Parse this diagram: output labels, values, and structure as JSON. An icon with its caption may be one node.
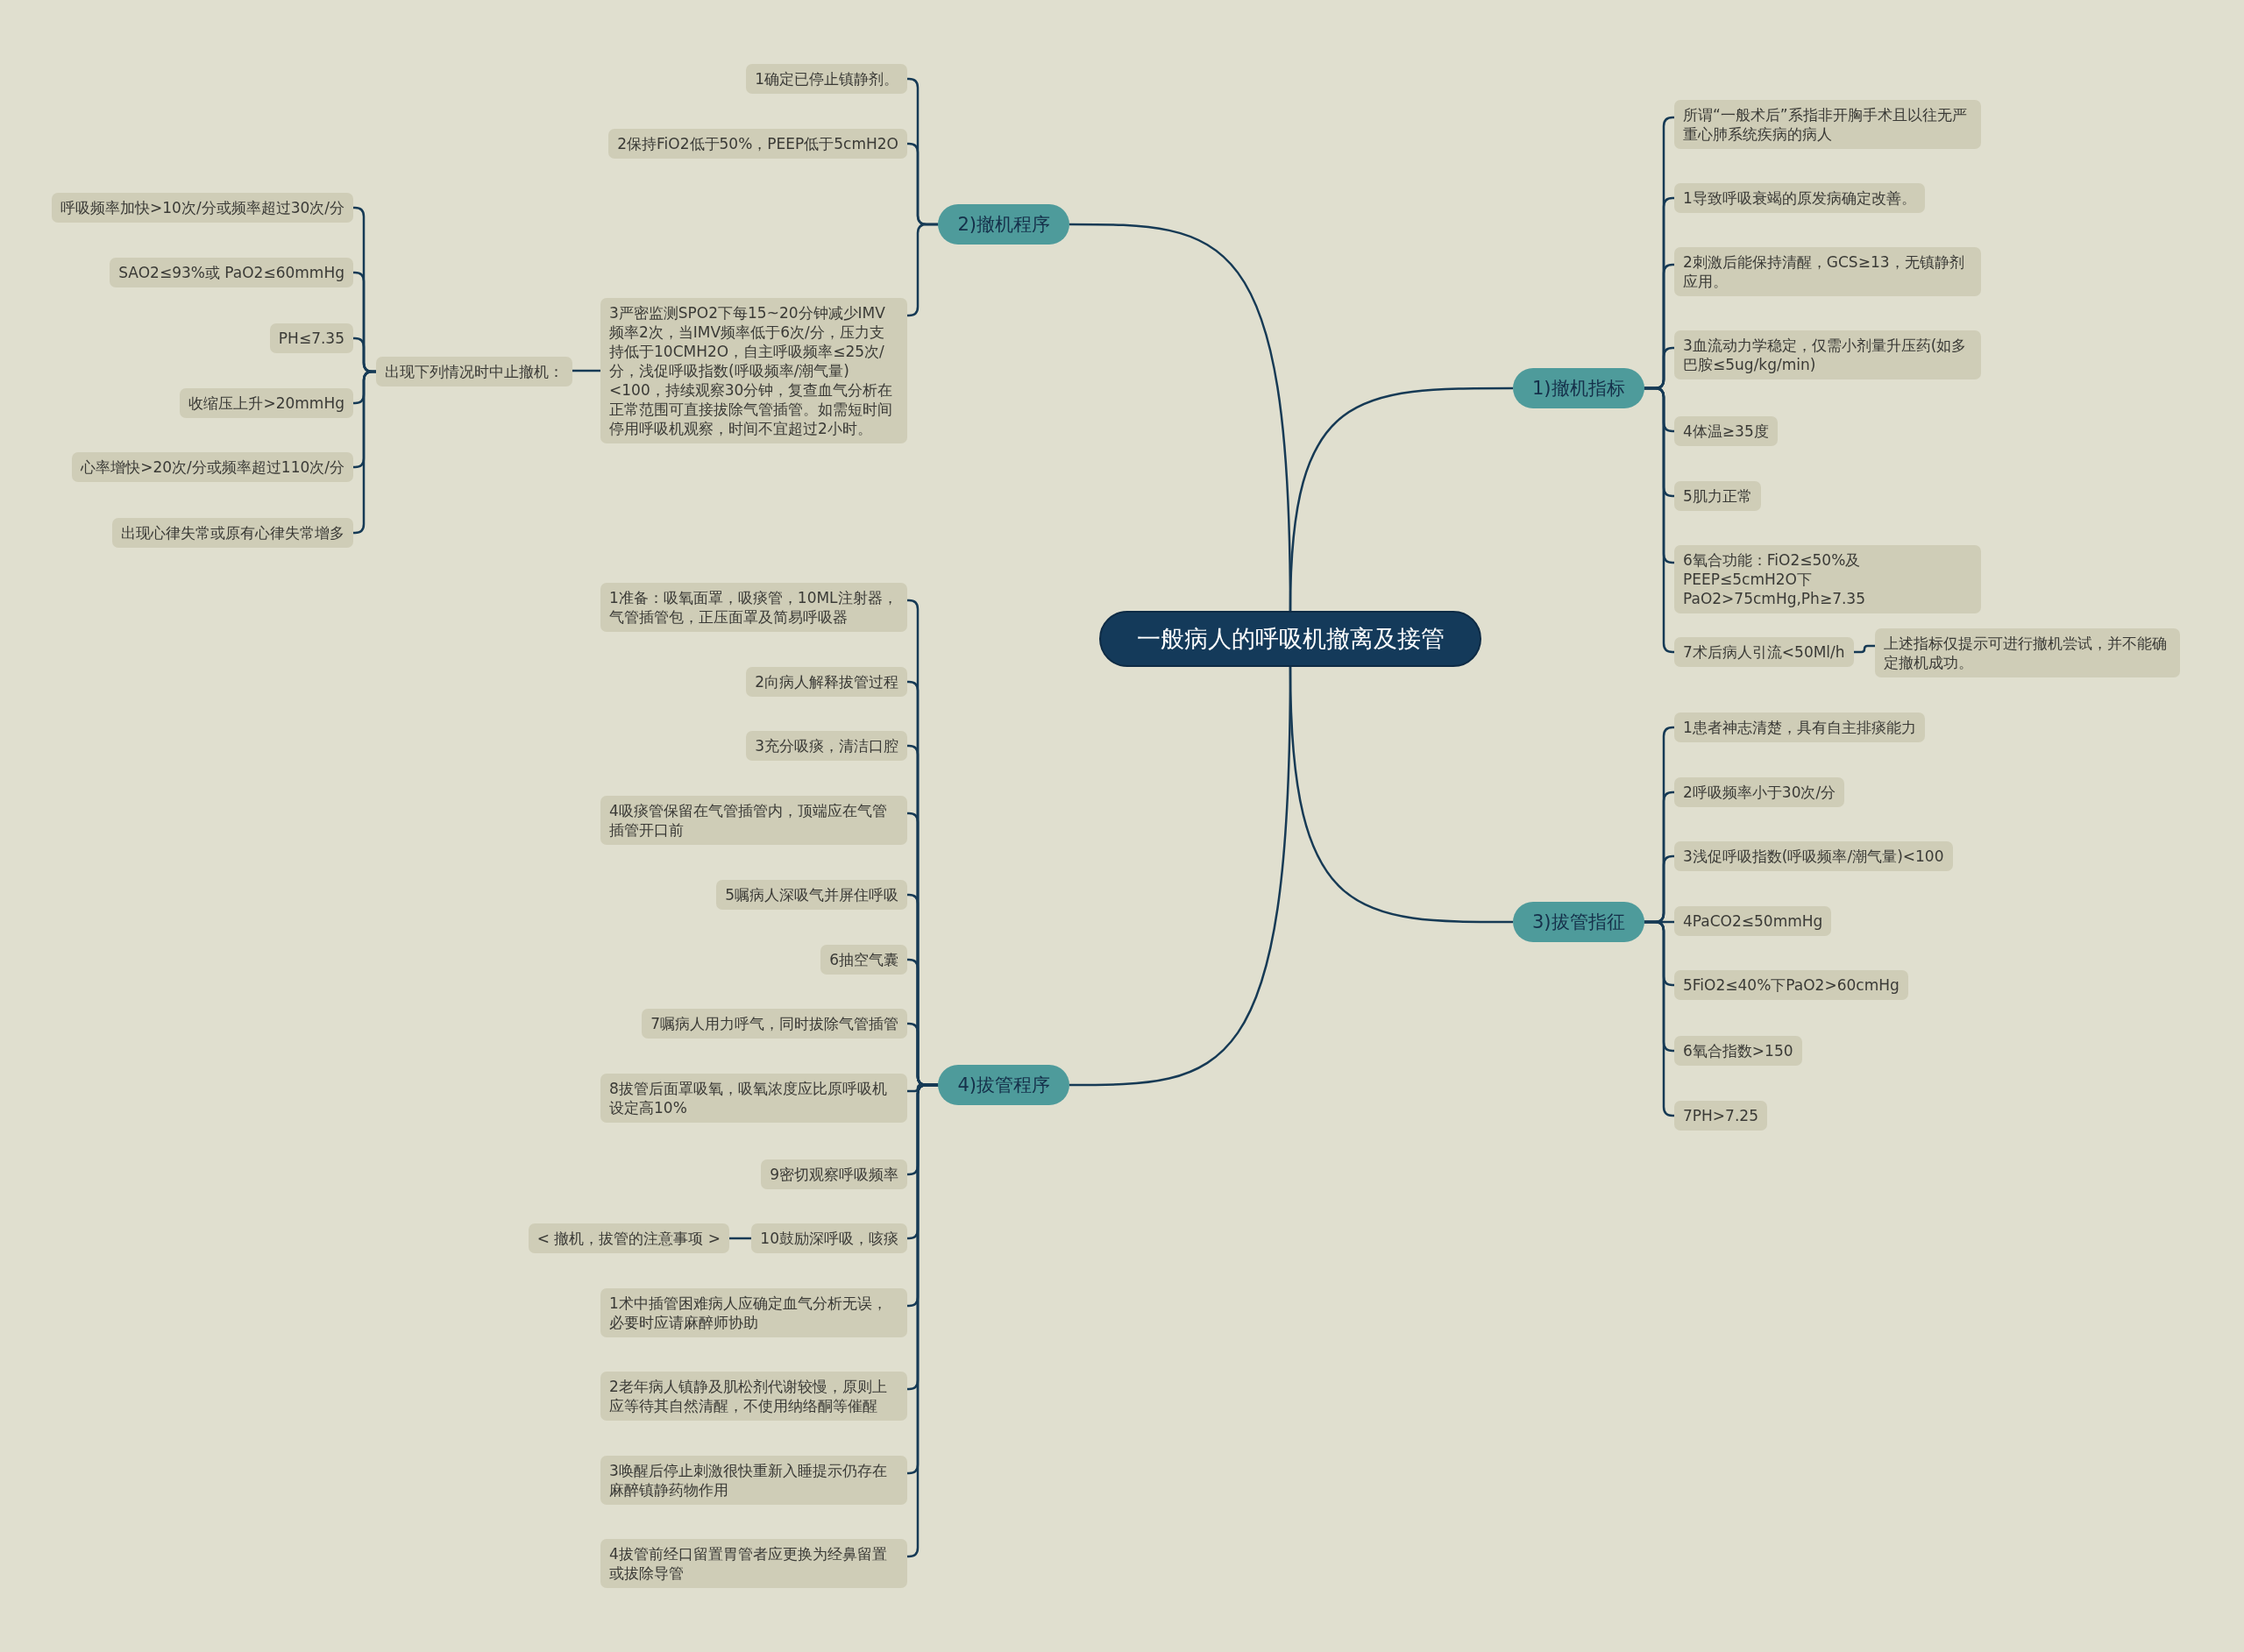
{
  "diagram": {
    "nodes": [
      {
        "text": [
          "一般病人的呼吸机撤离及接管"
        ]
      },
      {
        "text": [
          "1)撤机指标"
        ]
      },
      {
        "text": [
          "所谓“一般术后”系指非开胸手术且以往无严重心肺系统疾病的病人"
        ]
      },
      {
        "text": [
          "1导致呼吸衰竭的原发病确定改善。"
        ]
      },
      {
        "text": [
          "2刺激后能保持清醒，GCS≥13，无镇静剂应用。"
        ]
      },
      {
        "text": [
          "3血流动力学稳定，仅需小剂量升压药(如多巴胺≤5ug/kg/min)"
        ]
      },
      {
        "text": [
          "4体温≥35度"
        ]
      },
      {
        "text": [
          "5肌力正常"
        ]
      },
      {
        "text": [
          "6氧合功能：FiO2≤50%及PEEP≤5cmH2O下PaO2>75cmHg,Ph≥7.35"
        ]
      },
      {
        "text": [
          "7术后病人引流<50Ml/h"
        ]
      },
      {
        "text": [
          "上述指标仅提示可进行撤机尝试，并不能确定撤机成功。"
        ]
      },
      {
        "text": [
          "2)撤机程序"
        ]
      },
      {
        "text": [
          "1确定已停止镇静剂。"
        ]
      },
      {
        "text": [
          "2保持FiO2低于50%，PEEP低于5cmH2O"
        ]
      },
      {
        "text": [
          "3严密监测SPO2下每15~20分钟减少IMV频率2次，当IMV频率低于6次/分，压力支持低于10CMH2O，自主呼吸频率≤25次/分，浅促呼吸指数(呼吸频率/潮气量)<100，持续观察30分钟，复查血气分析在正常范围可直接拔除气管插管。如需短时间停用呼吸机观察，时间不宜超过2小时。"
        ]
      },
      {
        "text": [
          "出现下列情况时中止撤机："
        ]
      },
      {
        "text": [
          "呼吸频率加快>10次/分或频率超过30次/分"
        ]
      },
      {
        "text": [
          "SAO2≤93%或 PaO2≤60mmHg"
        ]
      },
      {
        "text": [
          "PH≤7.35"
        ]
      },
      {
        "text": [
          "收缩压上升>20mmHg"
        ]
      },
      {
        "text": [
          "心率增快>20次/分或频率超过110次/分"
        ]
      },
      {
        "text": [
          "出现心律失常或原有心律失常增多"
        ]
      },
      {
        "text": [
          "3)拔管指征"
        ]
      },
      {
        "text": [
          "1患者神志清楚，具有自主排痰能力"
        ]
      },
      {
        "text": [
          "2呼吸频率小于30次/分"
        ]
      },
      {
        "text": [
          "3浅促呼吸指数(呼吸频率/潮气量)<100"
        ]
      },
      {
        "text": [
          "4PaCO2≤50mmHg"
        ]
      },
      {
        "text": [
          "5FiO2≤40%下PaO2>60cmHg"
        ]
      },
      {
        "text": [
          "6氧合指数>150"
        ]
      },
      {
        "text": [
          "7PH>7.25"
        ]
      },
      {
        "text": [
          "4)拔管程序"
        ]
      },
      {
        "text": [
          "1准备：吸氧面罩，吸痰管，10ML注射器，气管插管包，正压面罩及简易呼吸器"
        ]
      },
      {
        "text": [
          "2向病人解释拔管过程"
        ]
      },
      {
        "text": [
          "3充分吸痰，清洁口腔"
        ]
      },
      {
        "text": [
          "4吸痰管保留在气管插管内，顶端应在气管插管开口前"
        ]
      },
      {
        "text": [
          "5嘱病人深吸气并屏住呼吸"
        ]
      },
      {
        "text": [
          "6抽空气囊"
        ]
      },
      {
        "text": [
          "7嘱病人用力呼气，同时拔除气管插管"
        ]
      },
      {
        "text": [
          "8拔管后面罩吸氧，吸氧浓度应比原呼吸机设定高10%"
        ]
      },
      {
        "text": [
          "9密切观察呼吸频率"
        ]
      },
      {
        "text": [
          "10鼓励深呼吸，咳痰"
        ]
      },
      {
        "text": [
          "< 撤机，拔管的注意事项 >"
        ]
      },
      {
        "text": [
          "1术中插管困难病人应确定血气分析无误，必要时应请麻醉师协助"
        ]
      },
      {
        "text": [
          "2老年病人镇静及肌松剂代谢较慢，原则上应等待其自然清醒，不使用纳络酮等催醒"
        ]
      },
      {
        "text": [
          "3唤醒后停止刺激很快重新入睡提示仍存在麻醉镇静药物作用"
        ]
      },
      {
        "text": [
          "4拔管前经口留置胃管者应更换为经鼻留置或拔除导管"
        ]
      }
    ],
    "edges": [
      {
        "from": 0,
        "to": 1,
        "arrow": "none"
      },
      {
        "from": 1,
        "to": 2,
        "arrow": "none"
      },
      {
        "from": 1,
        "to": 3,
        "arrow": "none"
      },
      {
        "from": 1,
        "to": 4,
        "arrow": "none"
      },
      {
        "from": 1,
        "to": 5,
        "arrow": "none"
      },
      {
        "from": 1,
        "to": 6,
        "arrow": "none"
      },
      {
        "from": 1,
        "to": 7,
        "arrow": "none"
      },
      {
        "from": 1,
        "to": 8,
        "arrow": "none"
      },
      {
        "from": 1,
        "to": 9,
        "arrow": "none"
      },
      {
        "from": 9,
        "to": 10,
        "arrow": "none"
      },
      {
        "from": 0,
        "to": 11,
        "arrow": "none"
      },
      {
        "from": 11,
        "to": 12,
        "arrow": "none"
      },
      {
        "from": 11,
        "to": 13,
        "arrow": "none"
      },
      {
        "from": 11,
        "to": 14,
        "arrow": "none"
      },
      {
        "from": 14,
        "to": 15,
        "arrow": "none"
      },
      {
        "from": 15,
        "to": 16,
        "arrow": "none"
      },
      {
        "from": 15,
        "to": 17,
        "arrow": "none"
      },
      {
        "from": 15,
        "to": 18,
        "arrow": "none"
      },
      {
        "from": 15,
        "to": 19,
        "arrow": "none"
      },
      {
        "from": 15,
        "to": 20,
        "arrow": "none"
      },
      {
        "from": 15,
        "to": 21,
        "arrow": "none"
      },
      {
        "from": 0,
        "to": 22,
        "arrow": "none"
      },
      {
        "from": 22,
        "to": 23,
        "arrow": "none"
      },
      {
        "from": 22,
        "to": 24,
        "arrow": "none"
      },
      {
        "from": 22,
        "to": 25,
        "arrow": "none"
      },
      {
        "from": 22,
        "to": 26,
        "arrow": "none"
      },
      {
        "from": 22,
        "to": 27,
        "arrow": "none"
      },
      {
        "from": 22,
        "to": 28,
        "arrow": "none"
      },
      {
        "from": 22,
        "to": 29,
        "arrow": "none"
      },
      {
        "from": 0,
        "to": 30,
        "arrow": "none"
      },
      {
        "from": 30,
        "to": 31,
        "arrow": "none"
      },
      {
        "from": 30,
        "to": 32,
        "arrow": "none"
      },
      {
        "from": 30,
        "to": 33,
        "arrow": "none"
      },
      {
        "from": 30,
        "to": 34,
        "arrow": "none"
      },
      {
        "from": 30,
        "to": 35,
        "arrow": "none"
      },
      {
        "from": 30,
        "to": 36,
        "arrow": "none"
      },
      {
        "from": 30,
        "to": 37,
        "arrow": "none"
      },
      {
        "from": 30,
        "to": 38,
        "arrow": "none"
      },
      {
        "from": 30,
        "to": 39,
        "arrow": "none"
      },
      {
        "from": 30,
        "to": 40,
        "arrow": "none"
      },
      {
        "from": 40,
        "to": 41,
        "arrow": "none"
      },
      {
        "from": 30,
        "to": 42,
        "arrow": "none"
      },
      {
        "from": 30,
        "to": 43,
        "arrow": "none"
      },
      {
        "from": 30,
        "to": 44,
        "arrow": "none"
      },
      {
        "from": 30,
        "to": 45,
        "arrow": "none"
      }
    ]
  }
}
